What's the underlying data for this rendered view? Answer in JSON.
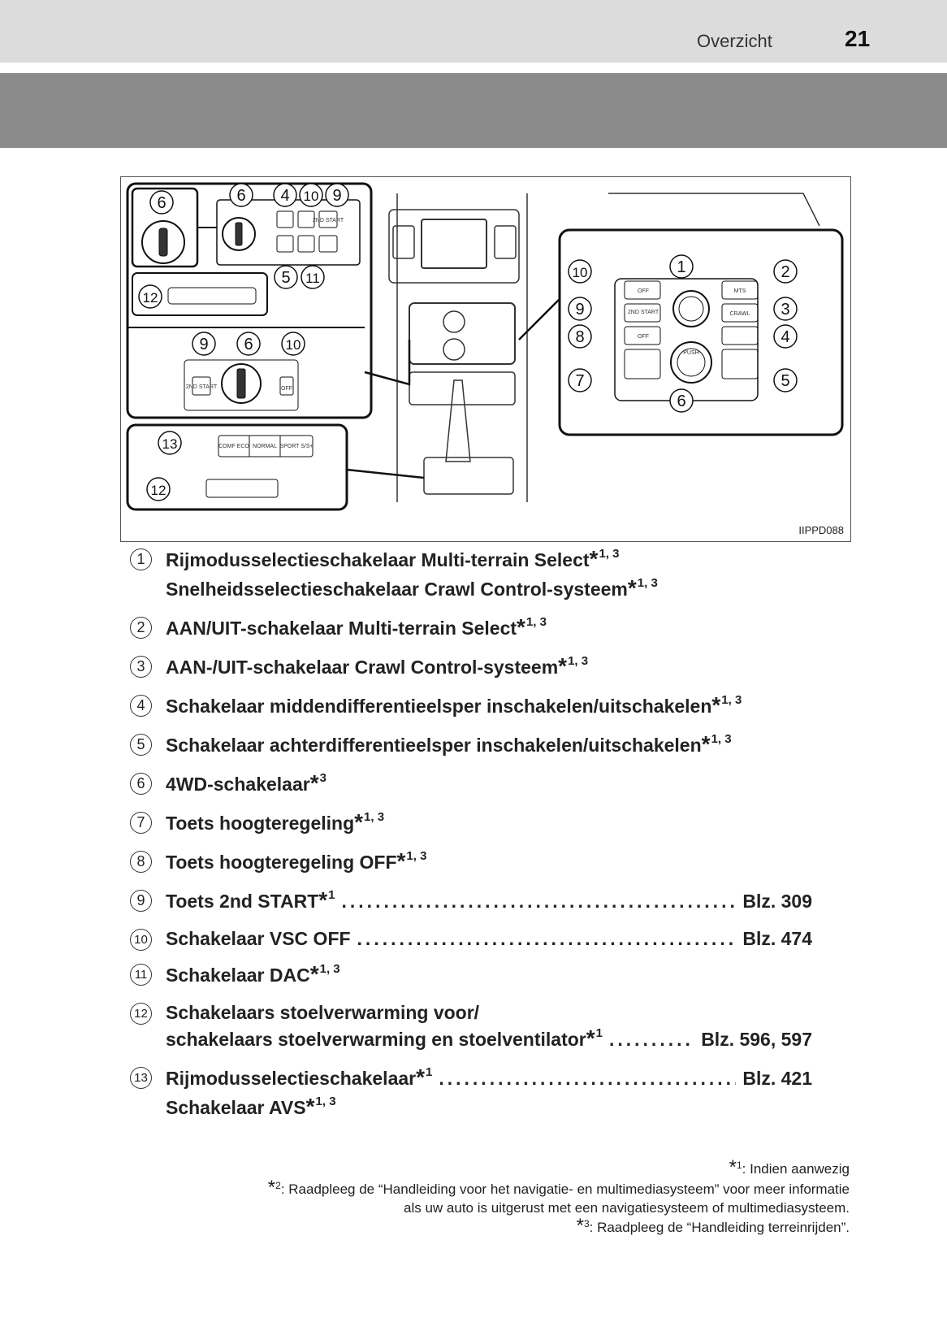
{
  "header": {
    "section": "Overzicht",
    "page": "21"
  },
  "figure": {
    "code": "IIPPD088",
    "callouts": [
      "1",
      "2",
      "3",
      "4",
      "5",
      "6",
      "7",
      "8",
      "9",
      "10",
      "11",
      "12",
      "13"
    ],
    "button_labels": {
      "off": "OFF",
      "second_start": "2ND START",
      "mts": "MTS",
      "crawl": "CRAWL",
      "comf_eco": "COMF ECO",
      "normal": "NORMAL",
      "sport": "SPORT S/S+",
      "push": "PUSH"
    }
  },
  "items": [
    {
      "num": "1",
      "lines": [
        {
          "text": "Rijmodusselectieschakelaar Multi-terrain Select",
          "star": "*",
          "sup": "1, 3"
        },
        {
          "text": "Snelheidsselectieschakelaar Crawl Control-systeem",
          "star": "*",
          "sup": "1, 3"
        }
      ]
    },
    {
      "num": "2",
      "lines": [
        {
          "text": "AAN/UIT-schakelaar Multi-terrain Select",
          "star": "*",
          "sup": "1, 3"
        }
      ]
    },
    {
      "num": "3",
      "lines": [
        {
          "text": "AAN-/UIT-schakelaar Crawl Control-systeem",
          "star": "*",
          "sup": "1, 3"
        }
      ]
    },
    {
      "num": "4",
      "lines": [
        {
          "text": "Schakelaar middendifferentieelsper inschakelen/uitschakelen",
          "star": "*",
          "sup": "1, 3"
        }
      ]
    },
    {
      "num": "5",
      "lines": [
        {
          "text": "Schakelaar achterdifferentieelsper inschakelen/uitschakelen",
          "star": "*",
          "sup": "1, 3"
        }
      ]
    },
    {
      "num": "6",
      "lines": [
        {
          "text": "4WD-schakelaar",
          "star": "*",
          "sup": "3"
        }
      ]
    },
    {
      "num": "7",
      "lines": [
        {
          "text": "Toets hoogteregeling",
          "star": "*",
          "sup": "1, 3"
        }
      ]
    },
    {
      "num": "8",
      "lines": [
        {
          "text": "Toets hoogteregeling OFF",
          "star": "*",
          "sup": "1, 3"
        }
      ]
    },
    {
      "num": "9",
      "lines": [
        {
          "text": "Toets 2nd START",
          "star": "*",
          "sup": "1",
          "ref": "Blz. 309"
        }
      ]
    },
    {
      "num": "10",
      "lines": [
        {
          "text": "Schakelaar VSC OFF",
          "ref": "Blz. 474"
        }
      ]
    },
    {
      "num": "11",
      "lines": [
        {
          "text": "Schakelaar DAC",
          "star": "*",
          "sup": "1, 3"
        }
      ]
    },
    {
      "num": "12",
      "lines": [
        {
          "text": "Schakelaars stoelverwarming voor/"
        },
        {
          "text": "schakelaars stoelverwarming en stoelventilator",
          "star": "*",
          "sup": "1",
          "ref": "Blz. 596, 597"
        }
      ]
    },
    {
      "num": "13",
      "lines": [
        {
          "text": "Rijmodusselectieschakelaar",
          "star": "*",
          "sup": "1",
          "ref": "Blz. 421"
        },
        {
          "text": "Schakelaar AVS",
          "star": "*",
          "sup": "1, 3"
        }
      ]
    }
  ],
  "footnotes": [
    {
      "mark": "*",
      "sub": "1",
      "text": ": Indien aanwezig"
    },
    {
      "mark": "*",
      "sub": "2",
      "text": ": Raadpleeg de “Handleiding voor het navigatie- en multimediasysteem” voor meer informatie"
    },
    {
      "mark": "",
      "sub": "",
      "text": "als uw auto is uitgerust met een navigatiesysteem of multimediasysteem."
    },
    {
      "mark": "*",
      "sub": "3",
      "text": ": Raadpleeg de “Handleiding terreinrijden”."
    }
  ]
}
